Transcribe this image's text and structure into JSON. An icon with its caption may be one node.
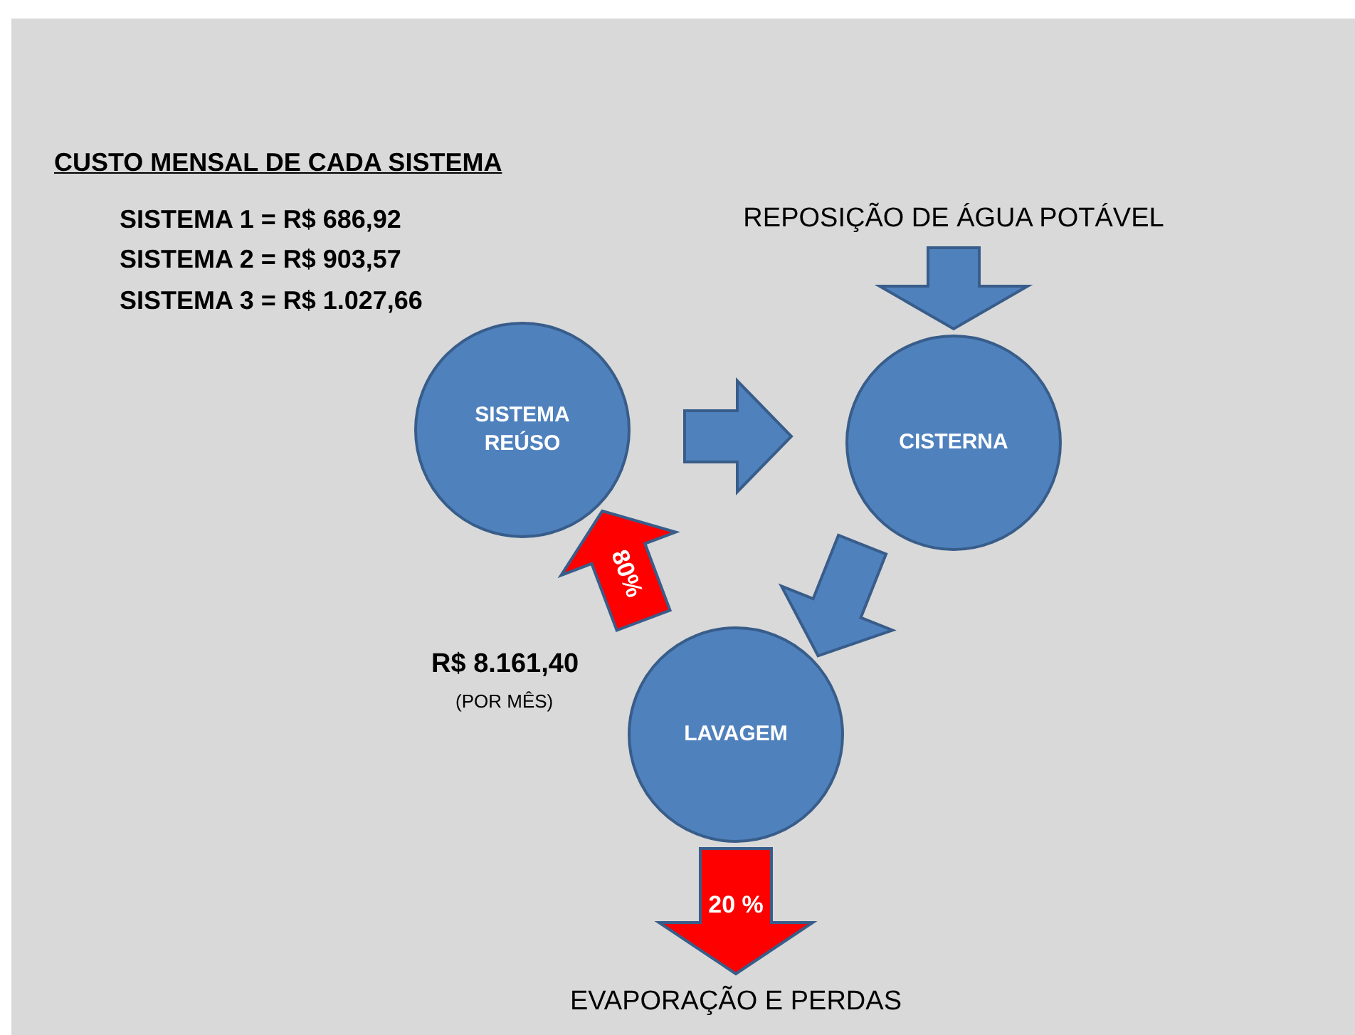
{
  "diagram": {
    "nodes": [
      {
        "text": [
          "SISTEMA REÚSO"
        ]
      },
      {
        "text": [
          "CISTERNA"
        ]
      },
      {
        "text": [
          "LAVAGEM"
        ]
      },
      {
        "text": [
          "REPOSIÇÃO DE ÁGUA POTÁVEL"
        ]
      },
      {
        "text": [
          "EVAPORAÇÃO E PERDAS"
        ]
      }
    ],
    "edges": [
      {
        "from": 0,
        "to": 1,
        "arrow": "to"
      },
      {
        "from": 3,
        "to": 1,
        "arrow": "to"
      },
      {
        "from": 1,
        "to": 2,
        "arrow": "to"
      },
      {
        "from": 2,
        "to": 0,
        "arrow": "to",
        "label": "80%",
        "color": "#ff0000"
      },
      {
        "from": 2,
        "to": 4,
        "arrow": "to",
        "label": "20 %",
        "color": "#ff0000"
      }
    ],
    "labels": [
      "CUSTO MENSAL DE CADA SISTEMA",
      "SISTEMA 1 = R$ 686,92",
      "SISTEMA 2 = R$ 903,57",
      "SISTEMA 3 = R$ 1.027,66",
      "R$ 8.161,40",
      "(POR MÊS)"
    ]
  }
}
